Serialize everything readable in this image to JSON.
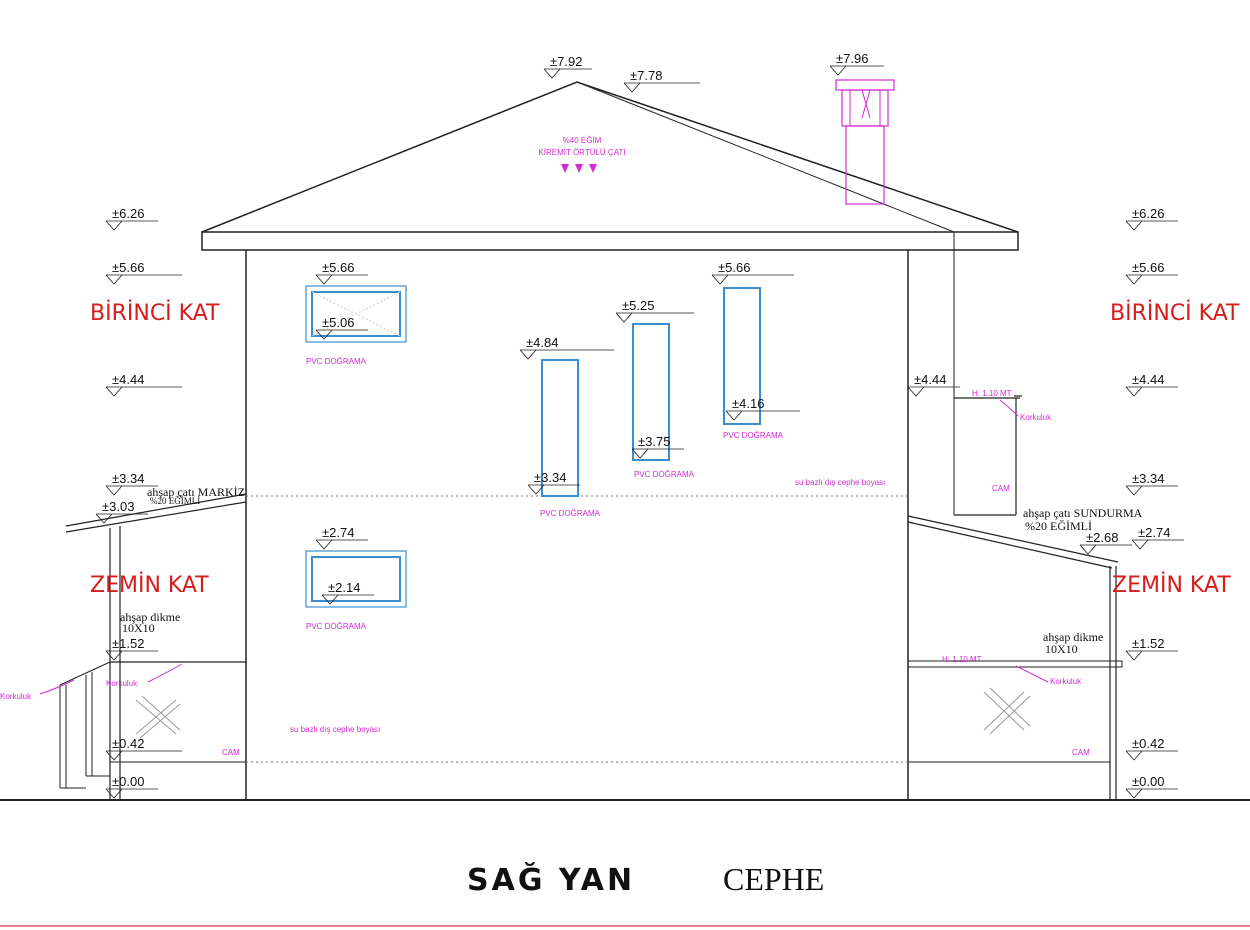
{
  "title": {
    "main": "SAĞ YAN",
    "sub": "CEPHE"
  },
  "floors": {
    "first_left": "BİRİNCİ KAT",
    "first_right": "BİRİNCİ KAT",
    "ground_left": "ZEMİN KAT",
    "ground_right": "ZEMİN KAT"
  },
  "roof": {
    "slope_line1": "%40 EĞİM",
    "slope_line2": "KİREMİT ÖRTÜLÜ ÇATI"
  },
  "levels": {
    "ridge": "±7.92",
    "eave_top": "±7.78",
    "chimney": "±7.96",
    "left": [
      "±6.26",
      "±5.66",
      "±4.44",
      "±3.34",
      "±3.03",
      "±1.52",
      "±0.42",
      "±0.00"
    ],
    "right": [
      "±6.26",
      "±5.66",
      "±4.44",
      "±3.34",
      "±2.74",
      "±1.52",
      "±0.42",
      "±0.00"
    ],
    "w1_top": "±5.66",
    "w1_sill": "±5.06",
    "w2_top": "±4.84",
    "w2_sill": "±3.34",
    "w3_top": "±5.25",
    "w3_sill": "±3.75",
    "w4_top": "±5.66",
    "w4_sill": "±4.16",
    "w5_top": "±2.74",
    "w5_sill": "±2.14",
    "balcony": "±4.44",
    "sundurma": "±2.68"
  },
  "labels": {
    "pvc": "PVC DOĞRAMA",
    "pvc_partial": "PVC DOĞRAMA",
    "paint_upper": "su bazlı dış cephe boyası",
    "paint_lower": "su bazlı dış cephe boyası",
    "cam": "CAM",
    "h110": "H: 1.10 MT",
    "korkuluk": "Korkuluk",
    "markiz_line1": "ahşap çatı MARKİZ",
    "markiz_line2": "%20 EĞİMLİ",
    "sundurma_line1": "ahşap çatı SUNDURMA",
    "sundurma_line2": "%20 EĞİMLİ",
    "dikme_line1": "ahşap dikme",
    "dikme_line2": "10X10"
  },
  "colors": {
    "window": "#3b8fd0",
    "annotation": "#d42ad4",
    "floor_label": "#d81b1b",
    "baseline": "#e05a7a"
  }
}
